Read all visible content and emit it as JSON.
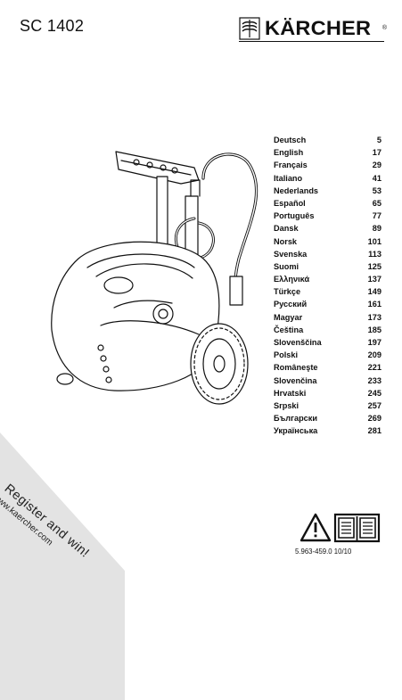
{
  "header": {
    "model": "SC 1402",
    "brand": "KÄRCHER",
    "brand_reg": "®"
  },
  "languages": [
    {
      "name": "Deutsch",
      "page": "5"
    },
    {
      "name": "English",
      "page": "17"
    },
    {
      "name": "Français",
      "page": "29"
    },
    {
      "name": "Italiano",
      "page": "41"
    },
    {
      "name": "Nederlands",
      "page": "53"
    },
    {
      "name": "Español",
      "page": "65"
    },
    {
      "name": "Português",
      "page": "77"
    },
    {
      "name": "Dansk",
      "page": "89"
    },
    {
      "name": "Norsk",
      "page": "101"
    },
    {
      "name": "Svenska",
      "page": "113"
    },
    {
      "name": "Suomi",
      "page": "125"
    },
    {
      "name": "Ελληνικά",
      "page": "137"
    },
    {
      "name": "Türkçe",
      "page": "149"
    },
    {
      "name": "Русский",
      "page": "161"
    },
    {
      "name": "Magyar",
      "page": "173"
    },
    {
      "name": "Čeština",
      "page": "185"
    },
    {
      "name": "Slovenščina",
      "page": "197"
    },
    {
      "name": "Polski",
      "page": "209"
    },
    {
      "name": "Româneşte",
      "page": "221"
    },
    {
      "name": "Slovenčina",
      "page": "233"
    },
    {
      "name": "Hrvatski",
      "page": "245"
    },
    {
      "name": "Srpski",
      "page": "257"
    },
    {
      "name": "Български",
      "page": "269"
    },
    {
      "name": "Українська",
      "page": "281"
    }
  ],
  "banner": {
    "line1": "Register and win!",
    "line2": "www.kaercher.com"
  },
  "footer": {
    "doc_code": "5.963-459.0 10/10"
  },
  "colors": {
    "banner_gray": "#e3e3e3",
    "ink": "#111111"
  }
}
